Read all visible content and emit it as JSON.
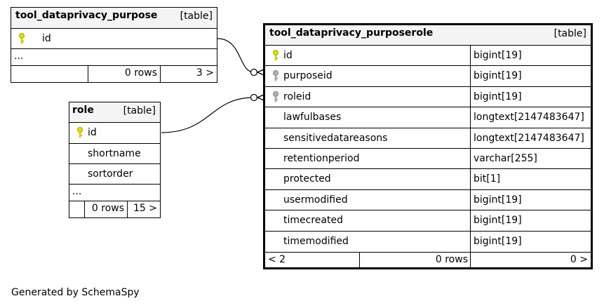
{
  "tables": {
    "purpose": {
      "name": "tool_dataprivacy_purpose",
      "kind": "[table]",
      "columns": [
        "id"
      ],
      "ellipsis": "...",
      "footer": {
        "left": "",
        "rows": "0 rows",
        "right": "3 >"
      }
    },
    "role": {
      "name": "role",
      "kind": "[table]",
      "columns": [
        "id",
        "shortname",
        "sortorder"
      ],
      "ellipsis": "...",
      "footer": {
        "left": "",
        "rows": "0 rows",
        "right": "15 >"
      }
    },
    "purposerole": {
      "name": "tool_dataprivacy_purposerole",
      "kind": "[table]",
      "columns": [
        {
          "name": "id",
          "type": "bigint[19]",
          "key": "primary"
        },
        {
          "name": "purposeid",
          "type": "bigint[19]",
          "key": "foreign"
        },
        {
          "name": "roleid",
          "type": "bigint[19]",
          "key": "foreign"
        },
        {
          "name": "lawfulbases",
          "type": "longtext[2147483647]"
        },
        {
          "name": "sensitivedatareasons",
          "type": "longtext[2147483647]"
        },
        {
          "name": "retentionperiod",
          "type": "varchar[255]"
        },
        {
          "name": "protected",
          "type": "bit[1]"
        },
        {
          "name": "usermodified",
          "type": "bigint[19]"
        },
        {
          "name": "timecreated",
          "type": "bigint[19]"
        },
        {
          "name": "timemodified",
          "type": "bigint[19]"
        }
      ],
      "footer": {
        "left": "< 2",
        "rows": "0 rows",
        "right": "0 >"
      }
    }
  },
  "generated_by": "Generated by SchemaSpy",
  "colors": {
    "primary_key": "#e0e000",
    "foreign_key": "#b0b0b0",
    "header_bg": "#f4f4f4"
  }
}
